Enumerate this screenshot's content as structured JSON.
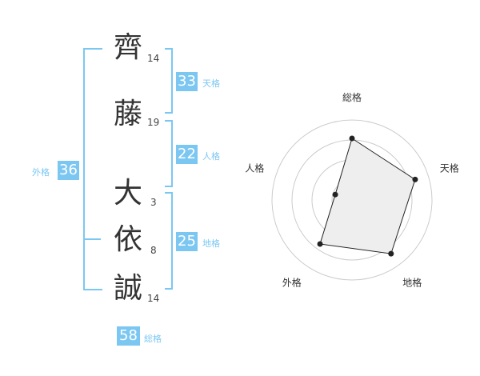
{
  "name_chars": [
    {
      "char": "齊",
      "strokes": "14"
    },
    {
      "char": "藤",
      "strokes": "19"
    },
    {
      "char": "大",
      "strokes": "3"
    },
    {
      "char": "依",
      "strokes": "8"
    },
    {
      "char": "誠",
      "strokes": "14"
    }
  ],
  "fortunes": {
    "ten": {
      "value": "33",
      "label": "天格"
    },
    "jin": {
      "value": "22",
      "label": "人格"
    },
    "chi": {
      "value": "25",
      "label": "地格"
    },
    "gai": {
      "value": "36",
      "label": "外格"
    },
    "sokaku": {
      "value": "58",
      "label": "総格"
    }
  },
  "colors": {
    "accent": "#7cc7f2",
    "text": "#333333"
  },
  "chart_data": {
    "type": "radar",
    "axes": [
      "総格",
      "天格",
      "地格",
      "外格",
      "人格"
    ],
    "values": [
      0.77,
      0.83,
      0.83,
      0.68,
      0.22
    ],
    "rings": 4,
    "range": [
      0,
      1
    ]
  }
}
